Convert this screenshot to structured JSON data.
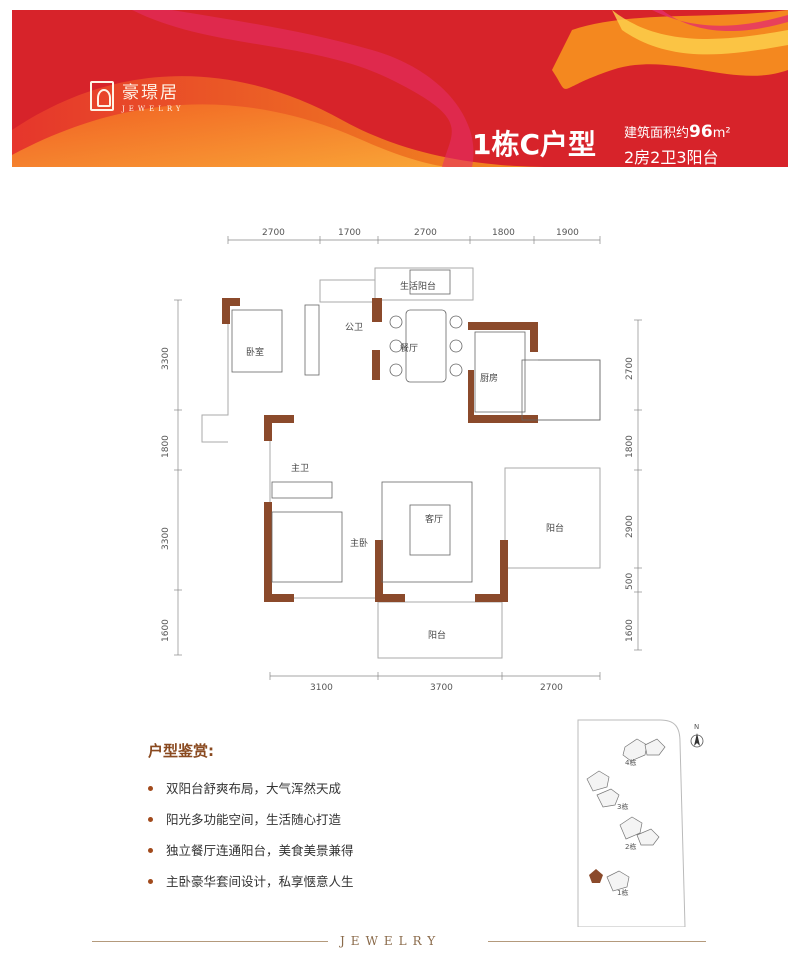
{
  "brand": {
    "name_cn": "豪璟居",
    "name_en": "JEWELRY"
  },
  "unit": {
    "title": "1栋C户型",
    "area_label": "建筑面积约",
    "area_value": "96",
    "area_unit": "m²",
    "rooms": "2房2卫3阳台"
  },
  "plan": {
    "dims_top": [
      "2700",
      "1700",
      "2700",
      "1800",
      "1900"
    ],
    "dims_bottom": [
      "3100",
      "3700",
      "2700"
    ],
    "dims_left": [
      "3300",
      "1800",
      "3300",
      "1600"
    ],
    "dims_right": [
      "2700",
      "1800",
      "2900",
      "500",
      "1600"
    ],
    "rooms": {
      "service_balcony": "生活阳台",
      "bedroom": "卧室",
      "public_bath": "公卫",
      "dining": "餐厅",
      "kitchen": "厨房",
      "master_bath": "主卫",
      "living": "客厅",
      "master_bedroom": "主卧",
      "balcony_east": "阳台",
      "balcony_south": "阳台"
    }
  },
  "features": {
    "title": "户型鉴赏:",
    "items": [
      "双阳台舒爽布局，大气浑然天成",
      "阳光多功能空间，生活随心打造",
      "独立餐厅连通阳台，美食美景兼得",
      "主卧豪华套间设计，私享惬意人生"
    ]
  },
  "site": {
    "north": "N",
    "buildings": [
      "4栋",
      "3栋",
      "2栋",
      "1栋"
    ]
  },
  "footer": {
    "text": "JEWELRY"
  },
  "colors": {
    "banner_red": "#d7232a",
    "wall_brown": "#8b4a2b",
    "accent_orange": "#f39a1e"
  }
}
